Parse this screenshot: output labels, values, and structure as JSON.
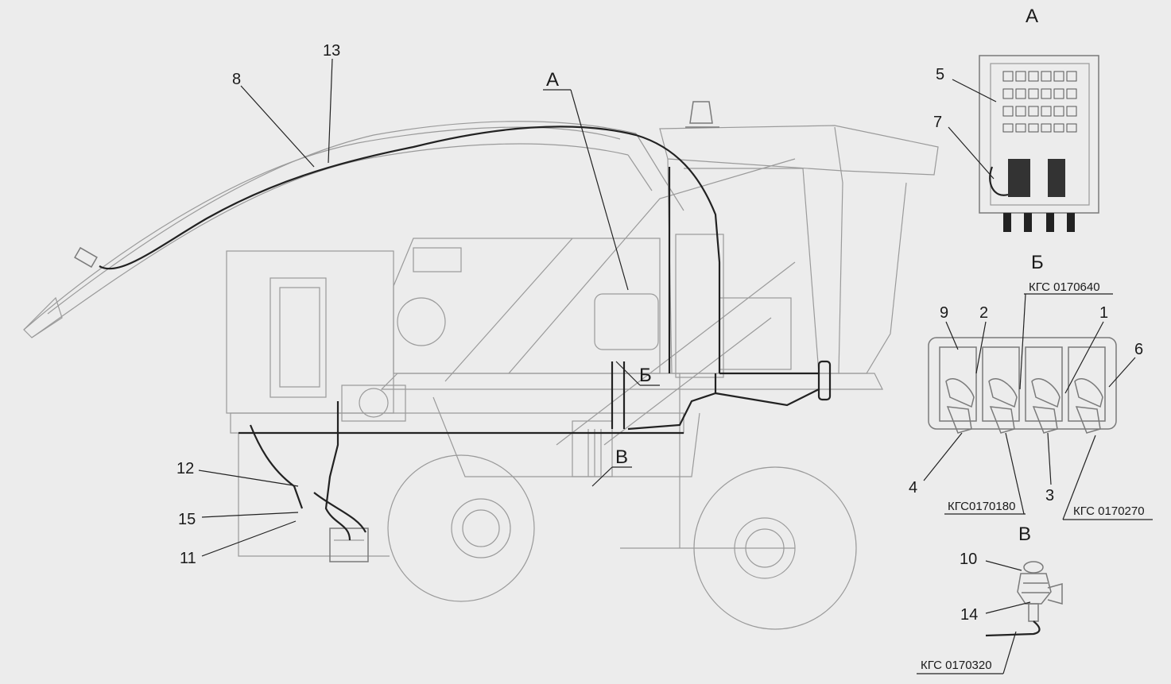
{
  "main_view": {
    "callouts": {
      "c8": "8",
      "c13": "13",
      "c12": "12",
      "c15": "15",
      "c11": "11"
    },
    "section_marks": {
      "a": "А",
      "b": "Б",
      "v": "В"
    }
  },
  "detail_a": {
    "title": "А",
    "callouts": {
      "c5": "5",
      "c7": "7"
    }
  },
  "detail_b": {
    "title": "Б",
    "callouts": {
      "c9": "9",
      "c2": "2",
      "c1": "1",
      "c6": "6",
      "c4": "4",
      "c3": "3"
    },
    "codes": {
      "top": "КГС 0170640",
      "bottom_left": "КГС0170180",
      "bottom_right": "КГС 0170270"
    }
  },
  "detail_v": {
    "title": "В",
    "callouts": {
      "c10": "10",
      "c14": "14"
    },
    "codes": {
      "bottom": "КГС 0170320"
    }
  },
  "colors": {
    "background": "#ececec",
    "outline": "#9a9a9a",
    "harness": "#222222"
  }
}
